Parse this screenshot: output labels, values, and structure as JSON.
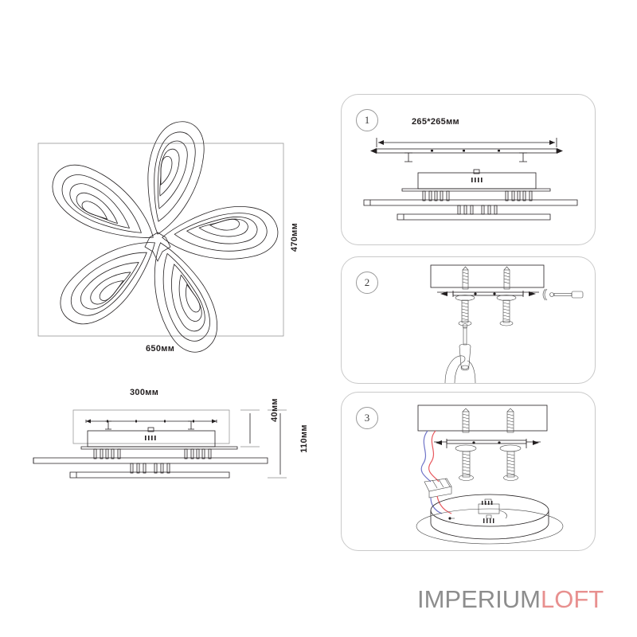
{
  "document": {
    "type": "installation-diagram",
    "product": "flower-shaped LED ceiling fixture"
  },
  "product_view": {
    "name": "top-view-flower-fixture",
    "petal_count": 5,
    "dimensions": {
      "width_label": "650мм",
      "height_label": "470мм"
    }
  },
  "side_view": {
    "name": "side-elevation",
    "dimensions": {
      "plate_width_label": "300мм",
      "plate_depth_label": "40мм",
      "total_height_label": "110мм"
    }
  },
  "steps": [
    {
      "number": "1",
      "name": "step-mounting-bracket",
      "dimension_label": "265*265мм"
    },
    {
      "number": "2",
      "name": "step-fix-screws",
      "dimension_label": ""
    },
    {
      "number": "3",
      "name": "step-wiring-connection",
      "dimension_label": ""
    }
  ],
  "logo": {
    "primary": "IMPERIUM",
    "accent": "LOFT",
    "primary_color": "#8d8d8d",
    "accent_color": "#e8908f"
  },
  "colors": {
    "line": "#231f20",
    "panel_border": "#c9c9c9",
    "wire_live": "#e8585e",
    "wire_neutral": "#6f74c8",
    "background": "#ffffff"
  }
}
